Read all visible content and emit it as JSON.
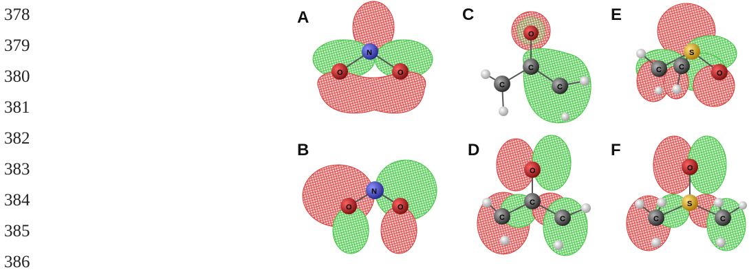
{
  "line_numbers": [
    "378",
    "379",
    "380",
    "381",
    "382",
    "383",
    "384",
    "385",
    "386"
  ],
  "panels": [
    {
      "label": "A",
      "atoms": [
        "N",
        "O",
        "O"
      ]
    },
    {
      "label": "B",
      "atoms": [
        "N",
        "O",
        "O"
      ]
    },
    {
      "label": "C",
      "atoms": [
        "O",
        "C",
        "C",
        "C"
      ]
    },
    {
      "label": "D",
      "atoms": [
        "O",
        "C",
        "C",
        "C"
      ]
    },
    {
      "label": "E",
      "atoms": [
        "S",
        "C",
        "C",
        "O"
      ]
    },
    {
      "label": "F",
      "atoms": [
        "O",
        "S",
        "C",
        "C"
      ]
    }
  ],
  "colors": {
    "lobe_red": "#d93a3a",
    "lobe_green": "#3ec43e",
    "nitrogen": "#3b3fb0",
    "oxygen": "#c01c1c",
    "carbon": "#444444",
    "sulfur": "#e8b020",
    "hydrogen": "#e6e6e6"
  }
}
